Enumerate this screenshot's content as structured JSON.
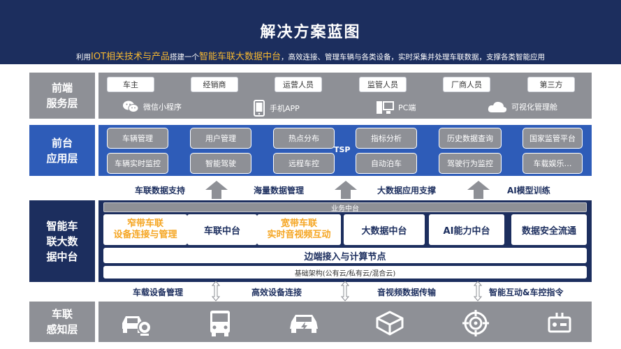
{
  "header": {
    "title": "解决方案蓝图",
    "subtitle_prefix": "利用",
    "subtitle_hl1": "IOT相关技术与产品",
    "subtitle_mid": "搭建一个",
    "subtitle_hl2": "智能车联大数据中台",
    "subtitle_suffix": "，高效连接、管理车辆与各类设备，实时采集并处理车联数据，支撑各类智能应用"
  },
  "layers": {
    "frontend": {
      "label": "前端\n服务层",
      "roles": [
        "车主",
        "经销商",
        "运营人员",
        "监管人员",
        "厂商人员",
        "第三方"
      ],
      "channels": [
        {
          "label": "微信小程序",
          "icon": "wechat-icon"
        },
        {
          "label": "手机APP",
          "icon": "phone-icon"
        },
        {
          "label": "PC端",
          "icon": "pc-icon"
        },
        {
          "label": "可视化管理舱",
          "icon": "cloud-icon"
        }
      ]
    },
    "app": {
      "label": "前台\n应用层",
      "row1": [
        "车辆管理",
        "用户管理",
        "热点分布",
        "指标分析",
        "历史数据查询",
        "国家监管平台"
      ],
      "row2": [
        "车辆实时监控",
        "智能驾驶",
        "远程车控",
        "自动泊车",
        "驾驶行为监控",
        "车载娱乐…"
      ],
      "tsp": "TSP"
    },
    "band1": [
      "车联数据支持",
      "海量数据管理",
      "大数据应用支撑",
      "AI模型训练"
    ],
    "platform": {
      "label": "智能车\n联大数\n据中台",
      "business_bar": "业务中台",
      "box1_line1": "窄带车联",
      "box1_line2": "设备连接与管理",
      "box2": "车联中台",
      "box3_line1": "宽带车联",
      "box3_line2": "实时音视频互动",
      "box4": "大数据中台",
      "box5": "AI能力中台",
      "box6": "数据安全流通",
      "edge": "边端接入与计算节点",
      "base": "基础架构(公有云/私有云/混合云)"
    },
    "band2": [
      "车载设备管理",
      "高效设备连接",
      "音视频数据传输",
      "智能互动&车控指令"
    ],
    "perception": {
      "label": "车联\n感知层",
      "icons": [
        "car-camera-icon",
        "bus-icon",
        "electric-car-icon",
        "box-device-icon",
        "target-icon",
        "device-icon"
      ]
    }
  },
  "colors": {
    "navy": "#1c2e5e",
    "blue": "#2e5cb8",
    "grey": "#8e9096",
    "orange": "#f5a623",
    "highlight": "#f5b731"
  }
}
